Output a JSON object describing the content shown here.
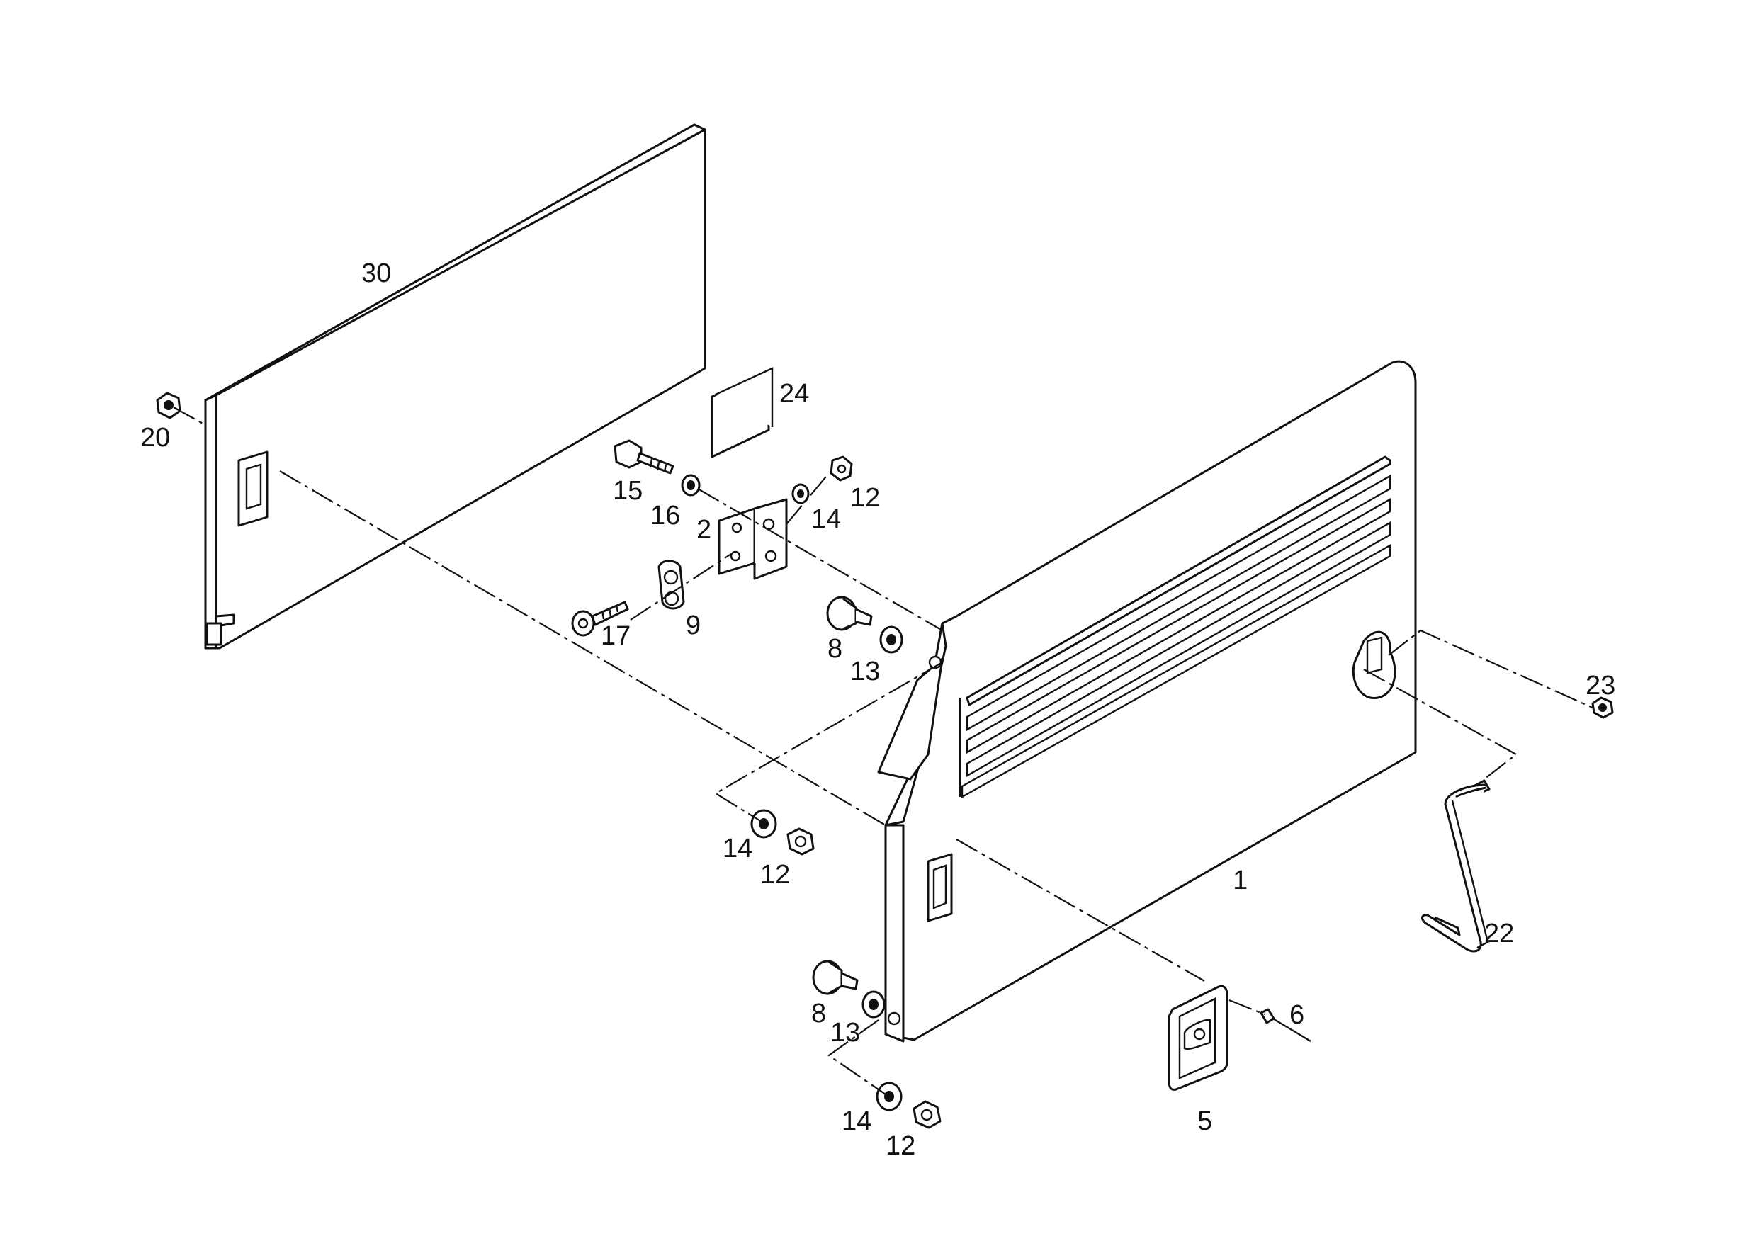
{
  "parts": [
    {
      "id": "panel-left",
      "label": "30"
    },
    {
      "id": "panel-main",
      "label": "1"
    },
    {
      "id": "bracket",
      "label": "2"
    },
    {
      "id": "latch",
      "label": "5"
    },
    {
      "id": "pin",
      "label": "6"
    },
    {
      "id": "knob-upper",
      "label": "8"
    },
    {
      "id": "knob-lower",
      "label": "8"
    },
    {
      "id": "clip",
      "label": "9"
    },
    {
      "id": "nut-top",
      "label": "12"
    },
    {
      "id": "nut-mid",
      "label": "12"
    },
    {
      "id": "nut-bottom",
      "label": "12"
    },
    {
      "id": "washer13-upper",
      "label": "13"
    },
    {
      "id": "washer13-lower",
      "label": "13"
    },
    {
      "id": "washer14-top",
      "label": "14"
    },
    {
      "id": "washer14-mid",
      "label": "14"
    },
    {
      "id": "washer14-bottom",
      "label": "14"
    },
    {
      "id": "bolt15",
      "label": "15"
    },
    {
      "id": "washer16",
      "label": "16"
    },
    {
      "id": "screw17",
      "label": "17"
    },
    {
      "id": "nut20",
      "label": "20"
    },
    {
      "id": "handle",
      "label": "22"
    },
    {
      "id": "nut23",
      "label": "23"
    },
    {
      "id": "pad",
      "label": "24"
    }
  ]
}
